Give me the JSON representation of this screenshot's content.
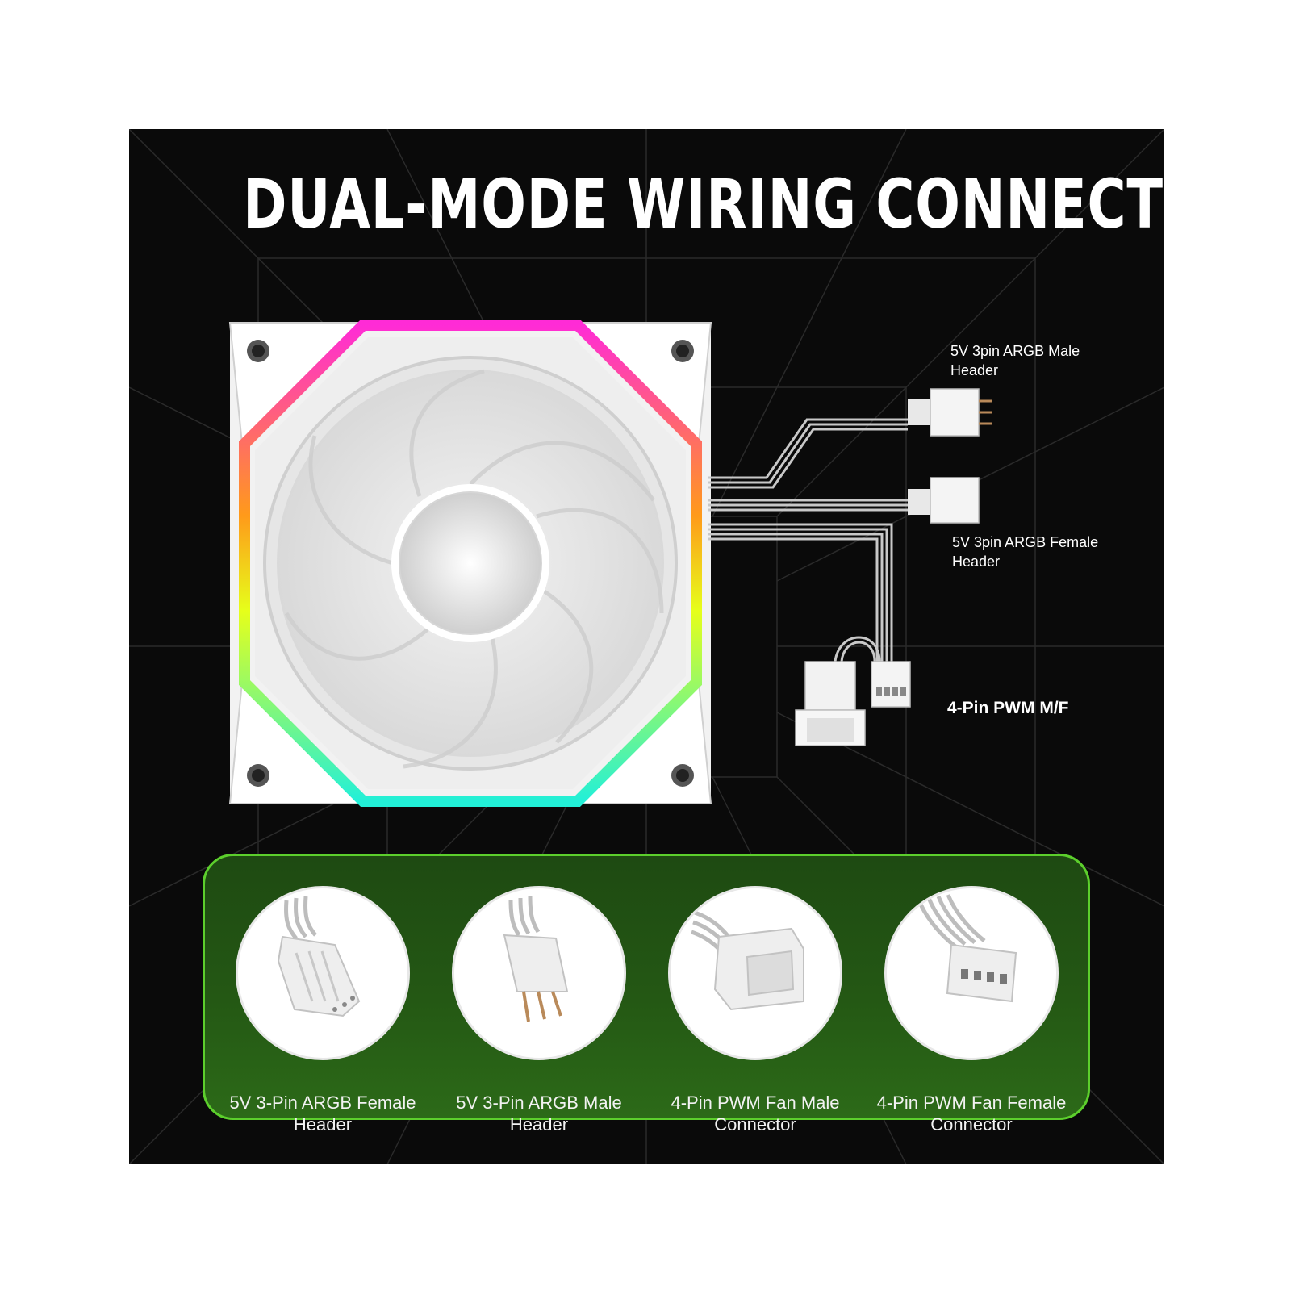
{
  "title": "DUAL-MODE WIRING CONNECTORS",
  "wire_labels": {
    "argb_male": "5V 3pin ARGB Male Header",
    "argb_female": "5V 3pin ARGB Female Header",
    "pwm": "4-Pin PWM M/F"
  },
  "connectors": [
    {
      "label": "5V 3-Pin ARGB Female Header",
      "icon": "argb-female-header-icon"
    },
    {
      "label": "5V 3-Pin ARGB Male Header",
      "icon": "argb-male-header-icon"
    },
    {
      "label": "4-Pin PWM Fan Male Connector",
      "icon": "pwm-male-connector-icon"
    },
    {
      "label": "4-Pin PWM Fan Female Connector",
      "icon": "pwm-female-connector-icon"
    }
  ],
  "colors": {
    "background": "#0a0a0a",
    "accent_green": "#5ccf2c",
    "rgb_magenta": "#ff2bd6",
    "rgb_yellow": "#e6ff1a",
    "rgb_cyan": "#22f0d8"
  }
}
